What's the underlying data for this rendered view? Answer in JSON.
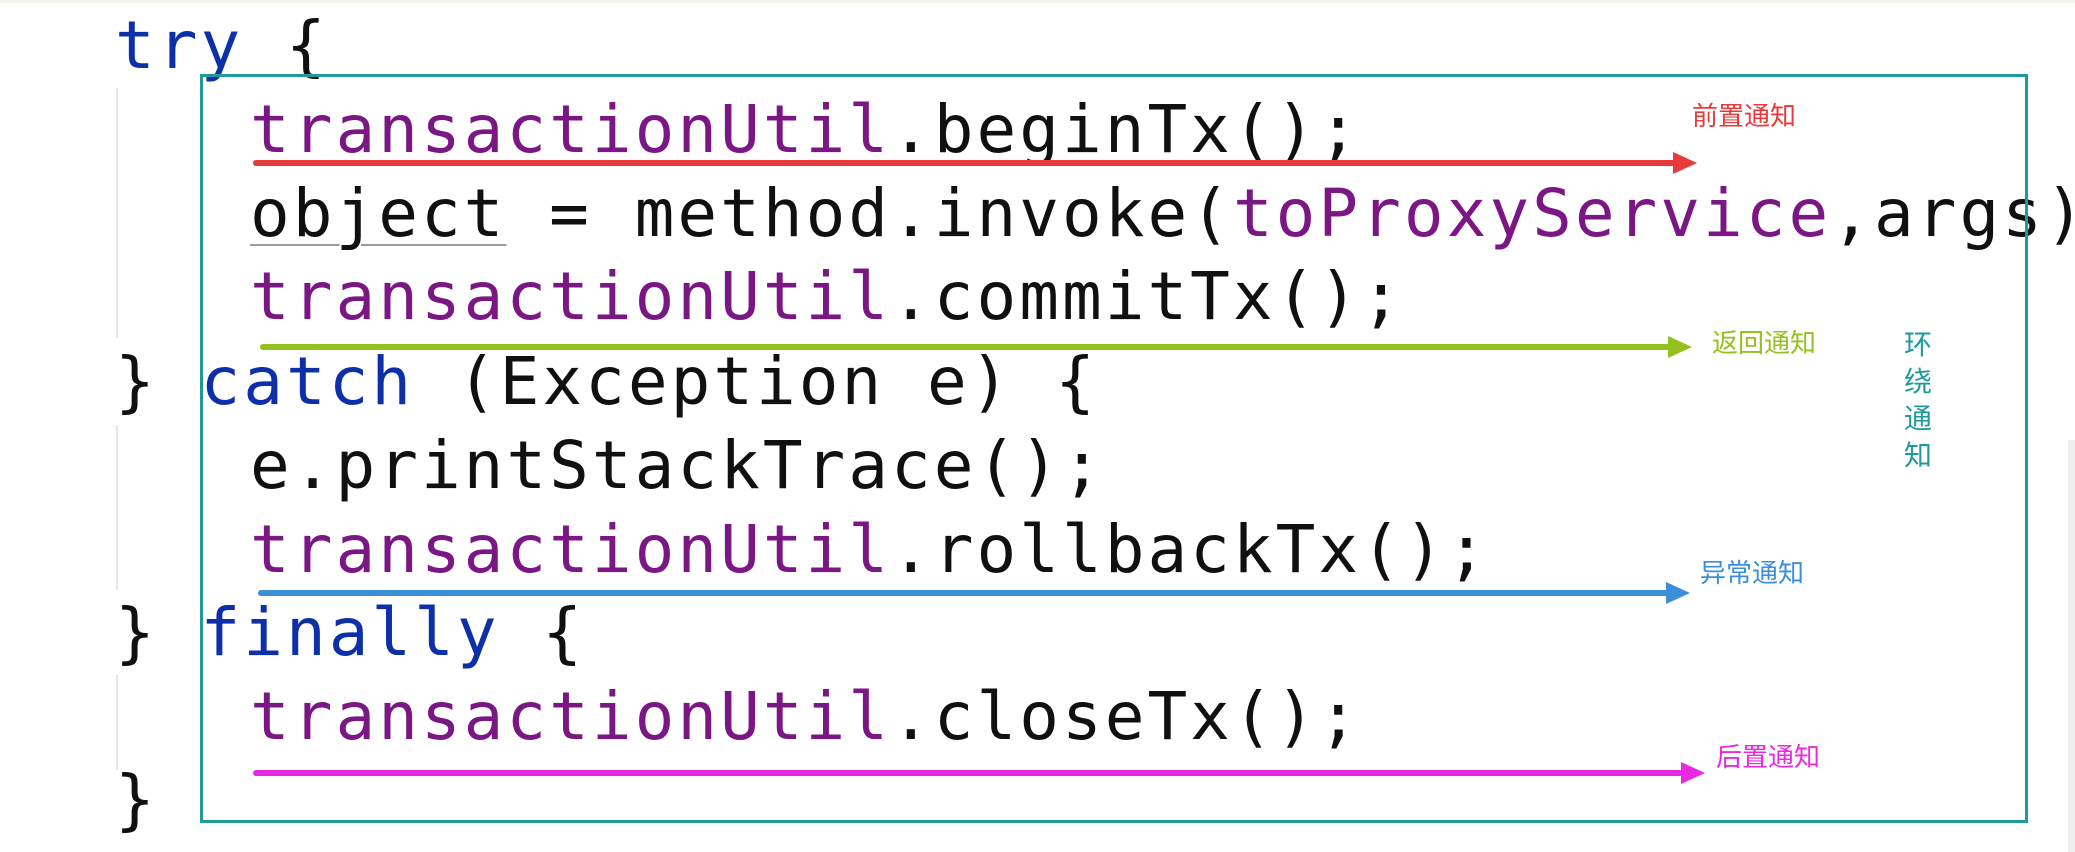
{
  "code": {
    "line1": {
      "kw": "try",
      "rest": " {"
    },
    "line2": {
      "field": "transactionUtil",
      "rest": ".beginTx();"
    },
    "line3": {
      "obj": "object",
      "mid": " = method.invoke(",
      "field": "toProxyService",
      "rest": ",args);"
    },
    "line4": {
      "field": "transactionUtil",
      "rest": ".commitTx();"
    },
    "line5": {
      "pre": "} ",
      "kw": "catch",
      "rest": " (Exception e) {"
    },
    "line6": {
      "text": "e.printStackTrace();"
    },
    "line7": {
      "field": "transactionUtil",
      "rest": ".rollbackTx();"
    },
    "line8": {
      "pre": "} ",
      "kw": "finally",
      "rest": " {"
    },
    "line9": {
      "field": "transactionUtil",
      "rest": ".closeTx();"
    },
    "line10": {
      "text": "}"
    }
  },
  "annotations": {
    "before": {
      "label": "前置通知",
      "color": "#e83a3a"
    },
    "after_returning": {
      "label": "返回通知",
      "color": "#95c11f"
    },
    "after_throwing": {
      "label": "异常通知",
      "color": "#3b8fd9"
    },
    "after": {
      "label": "后置通知",
      "color": "#e829e0"
    },
    "around": {
      "label": "环绕通知",
      "color": "#1f9a9a"
    }
  }
}
